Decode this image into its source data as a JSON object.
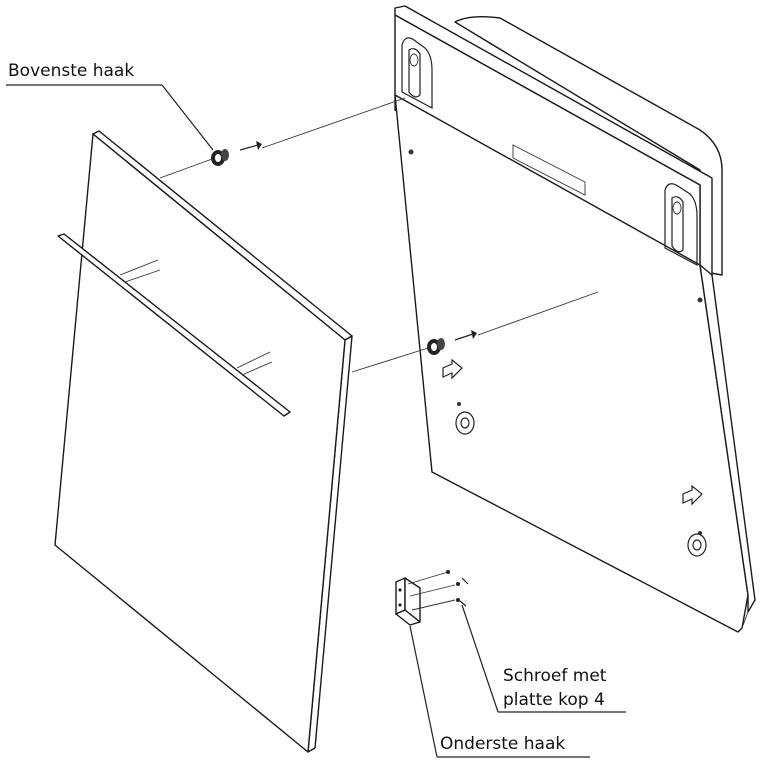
{
  "labels": {
    "top_hook": "Bovenste haak",
    "screw_line1": "Schroef met",
    "screw_line2": "platte kop 4",
    "bottom_hook": "Onderste haak"
  }
}
